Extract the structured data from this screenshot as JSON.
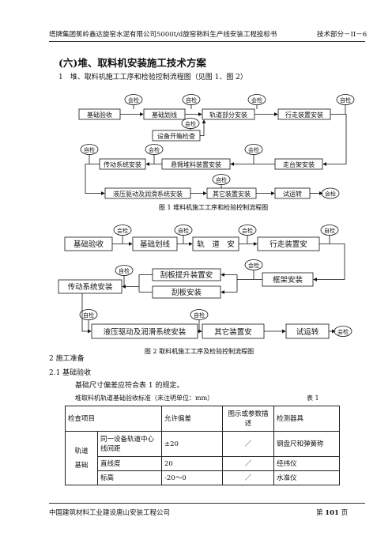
{
  "header": {
    "left": "塔牌集团蕉岭鑫达旋窑水泥有限公司5000t/d旋窑熟料生产线安装工程投标书",
    "right": "技术部分－II－6"
  },
  "section_title": "(六)堆、取料机安装施工技术方案",
  "item1": "1　堆、取料机施工工序和检验控制流程图（见图 1、图 2）",
  "fig1": {
    "nodes": [
      "基础验收",
      "基础划线",
      "轨道部分安装",
      "行走装置安装",
      "设备开箱检查",
      "传动系统安装",
      "悬臂堆料装置安装",
      "走台架安装",
      "液压驱动及润滑系统安装",
      "其它装置安装",
      "试运转"
    ],
    "tag_hj": "会检",
    "tag_zj": "自检",
    "caption": "图 1  堆料机施工工序和检验控制流程图"
  },
  "fig2": {
    "nodes": [
      "基础验收",
      "基础划线",
      "轨　道　安",
      "行走装置安",
      "刮板提升装置安",
      "框架安装",
      "传动系统安装",
      "刮板安装",
      "液压驱动及润滑系统安装",
      "其它装置安",
      "试运转"
    ],
    "tag_hj": "会检",
    "tag_zj": "自检",
    "caption": "图 2  取料机施工工序及检验控制流程图"
  },
  "item2": "2 施工准备",
  "item21": "2.1 基础验收",
  "para1": "基础尺寸偏差应符合表 1 的规定。",
  "table_caption": "堆取料机轨道基础验收标准（未注明单位：mm）",
  "table_no": "表 1",
  "table": {
    "headers": [
      "检查项目",
      "允许偏差",
      "图示或参数描述",
      "检测器具"
    ],
    "group_label_1": "轨道",
    "group_label_2": "基础",
    "rows": [
      {
        "item": "同一设备轨道中心线间距",
        "tol": "±20",
        "desc": "／",
        "tool": "钢盘尺和弹簧称"
      },
      {
        "item": "直线度",
        "tol": "20",
        "desc": "／",
        "tool": "经纬仪"
      },
      {
        "item": "标高",
        "tol": "-20～0",
        "desc": "／",
        "tool": "水准仪"
      }
    ]
  },
  "footer": {
    "left": "中国建筑材料工业建设唐山安装工程公司",
    "page_prefix": "第",
    "page_num": "101",
    "page_suffix": "页"
  }
}
